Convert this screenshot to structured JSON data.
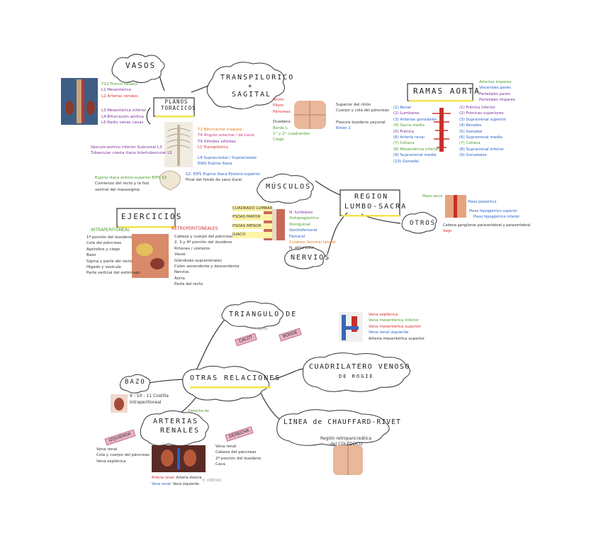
{
  "colors": {
    "cloud_stroke": "#333333",
    "highlight": "#f2e44c",
    "red": "#d62d2d",
    "blue": "#2860c8",
    "green": "#4a9a2a",
    "purple": "#7b2f9b",
    "pink": "#d0318a",
    "orange": "#e57a1b"
  },
  "nodes": {
    "vasos": "VASOS",
    "planos": "PLANOS TORACICOS",
    "transpilorico": "TRANSPILORICO",
    "plus": "+",
    "sagital": "SAGITAL",
    "ramas": "RAMAS AORTA",
    "ejercicios": "EJERCICIOS",
    "musculos": "MÚSCULOS",
    "region_1": "REGION",
    "region_2": "LUMBO-SACRA",
    "otros": "OTROS",
    "nervios": "NERVIOS",
    "triangulo": "TRIANGULO DE",
    "calot": "CALOT",
    "bodde": "BODDE",
    "bazo": "BAZO",
    "otras": "OTRAS RELACIONES",
    "cuadrilatero": "CUADRILATERO VENOSO",
    "de_rogie": "DE ROGIE",
    "arterias": "ARTERIAS",
    "renales": "RENALES",
    "izquierda": "IZQUIERDA",
    "derecha": "DERECHA",
    "linea": "LINEA de CHAUFFARD-RIVET"
  },
  "vasos_list": [
    {
      "text": "T12 Tronco celiaco",
      "color": "#4a9a2a"
    },
    {
      "text": "L1 Mesentérica",
      "color": "#7b2f9b"
    },
    {
      "text": "L2 Arterias renales",
      "color": "#d62d2d"
    },
    {
      "text": "L3 Mesentérica inferior",
      "color": "#7b2f9b"
    },
    {
      "text": "L4 Bifurcación aórtica",
      "color": "#7b2f9b"
    },
    {
      "text": "L5 Radix venas cavas",
      "color": "#7b2f9b"
    }
  ],
  "planos_list": [
    {
      "text": "T2 Bifurcación traquea",
      "color": "#e57a1b"
    },
    {
      "text": "T4 Ángulo esternal / de Louis",
      "color": "#d0318a"
    },
    {
      "text": "T9 Xifoides xifoides",
      "color": "#7b2f9b"
    },
    {
      "text": "L1 Transpilórico",
      "color": "#d62d2d"
    },
    {
      "text": "L4 Supracrestal / Supracrestal",
      "color": "#2860c8"
    },
    {
      "text": "EIAS Espina iliaca",
      "color": "#2860c8"
    }
  ],
  "planos_left": [
    {
      "text": "Vasculo-aortico inferior   Subcostal L3",
      "color": "#7b2f9b"
    },
    {
      "text": "Tubercular cresta iliaca   Intertubercular L5",
      "color": "#7b2f9b"
    }
  ],
  "pelvis_notes": [
    {
      "text": "Espina iliaca antero-superior  EIPS S2",
      "color": "#4a9a2a"
    },
    {
      "text": "Comienzo del recto y la hoz",
      "color": "#333333"
    },
    {
      "text": "ventral del mesosigma",
      "color": "#333333"
    },
    {
      "text": "S2: EIPS   Espina iliaca Postero-superior",
      "color": "#2860c8"
    },
    {
      "text": "Final del fondo de saco dural",
      "color": "#333333"
    }
  ],
  "transp_list": [
    {
      "text": "Riñón",
      "color": "#d62d2d"
    },
    {
      "text": "Píloro",
      "color": "#d62d2d"
    },
    {
      "text": "Páncreas",
      "color": "#d62d2d"
    },
    {
      "text": "Duodeno",
      "color": "#333333"
    },
    {
      "text": "Borde L",
      "color": "#4a9a2a"
    },
    {
      "text": "1° y 2° cuadrantes",
      "color": "#4a9a2a"
    },
    {
      "text": "Ciego",
      "color": "#4a9a2a"
    }
  ],
  "transp_right": [
    {
      "text": "Superior del riñón",
      "color": "#333333"
    },
    {
      "text": "Cuerpo y cola del páncreas",
      "color": "#333333"
    },
    {
      "text": "Flexura duodeno yeyunal",
      "color": "#333333"
    },
    {
      "text": "Riñón 2",
      "color": "#2860c8"
    }
  ],
  "ramas_legend": [
    {
      "text": "Arterias impares",
      "color": "#4a9a2a"
    },
    {
      "text": "Viscerales pares",
      "color": "#2860c8"
    },
    {
      "text": "Parietales pares",
      "color": "#7b2f9b"
    },
    {
      "text": "Parietales impares",
      "color": "#7b2f9b"
    }
  ],
  "ramas_left": [
    "(1) Renal",
    "(2) Lumbares",
    "(3) Arterias gonadales",
    "(4) Sacra media",
    "(5) Frénica",
    "(6) Arteria renal",
    "(7) Celiaca",
    "(8) Mesentérica inferior",
    "(9) Suprarrenal media",
    "(10) Gonadal"
  ],
  "ramas_right": [
    "(1) Frénica inferior",
    "(2) Frénicas superiores",
    "(3) Suprarrenal superior",
    "(4) Renales",
    "(5) Gonadal",
    "(6) Suprarrenal media",
    "(7) Celiaca",
    "(8) Suprarrenal inferior",
    "(9) Gonadales"
  ],
  "intraperitoneal": {
    "title": "INTRAPERITONEAL",
    "items": [
      "1ª porción del duodeno",
      "Cola del páncreas",
      "Apéndice y ciego",
      "Bazo",
      "Sigma y parte del recto",
      "Hígado y vesícula",
      "Parte vertical del estómago"
    ]
  },
  "retroperitoneales": {
    "title": "RETROPERITONEALES",
    "items": [
      "Cabeza y cuerpo del páncreas",
      "2, 3 y 4ª porción del duodeno",
      "Riñones / ureteros",
      "Vasos",
      "Glándulas suprarrenales",
      "Colon ascendente y descendente",
      "Nervios",
      "Aorta",
      "Parte del recto"
    ]
  },
  "musculos_list": [
    {
      "text": "CUADRADO LUMBAR",
      "color": "#333333"
    },
    {
      "text": "PSOAS MAYOR",
      "color": "#333333"
    },
    {
      "text": "PSOAS MENOR",
      "color": "#333333"
    },
    {
      "text": "ILIACO",
      "color": "#333333"
    }
  ],
  "nervios_list": [
    {
      "text": "N. lumbares",
      "color": "#7b2f9b"
    },
    {
      "text": "Iliohipogástrico",
      "color": "#4a9a2a"
    },
    {
      "text": "Ilioinguinal",
      "color": "#4a9a2a"
    },
    {
      "text": "Genitofemoral",
      "color": "#2860c8"
    },
    {
      "text": "Femoral",
      "color": "#2860c8"
    },
    {
      "text": "Cutáneo femoral lateral",
      "color": "#e57a1b"
    },
    {
      "text": "N. obturador",
      "color": "#333333"
    }
  ],
  "otros_list": [
    {
      "text": "Plexo sacro",
      "color": "#4a9a2a"
    },
    {
      "text": "Plexo preaórtico",
      "color": "#2860c8"
    },
    {
      "text": "Plexo hipogástrico superior",
      "color": "#2860c8"
    },
    {
      "text": "Plexo hipogástrico inferior",
      "color": "#2860c8"
    },
    {
      "text": "Cadena ganglionar paravertebral y paravertebral",
      "color": "#333333"
    },
    {
      "text": "Vago",
      "color": "#d62d2d"
    }
  ],
  "triangulo_label": "Higado",
  "bodde_list": [
    {
      "text": "Vena esplénica",
      "color": "#d62d2d"
    },
    {
      "text": "Vena mesentérica inferior",
      "color": "#4a9a2a"
    },
    {
      "text": "Vena mesentérica superior",
      "color": "#d62d2d"
    },
    {
      "text": "Vena renal izquierda",
      "color": "#2860c8"
    },
    {
      "text": "Arteria mesentérica superior",
      "color": "#333333"
    }
  ],
  "bazo_note": {
    "line1": "9 - 10 - 11 Costilla",
    "line2": "Intraperitoneal"
  },
  "arterias_note": "Derecha de",
  "izquierda_list": [
    "Vena renal",
    "Cola y cuerpo del páncreas",
    "Vena esplénica"
  ],
  "derecha_list": [
    "Vena renal",
    "Cabeza del páncreas",
    "2ª porción del duodeno",
    "Cava"
  ],
  "arterias_footer": [
    {
      "label": "Arteria renal:",
      "text": "Arteria directa",
      "color": "#d62d2d"
    },
    {
      "label": "Vena renal:",
      "text": "Vena izquierda",
      "color": "#2860c8"
    }
  ],
  "watermark": "© UNEDAS",
  "linea_note": {
    "line1": "Región retropancreática",
    "line2": "del COLÉDOCO"
  }
}
